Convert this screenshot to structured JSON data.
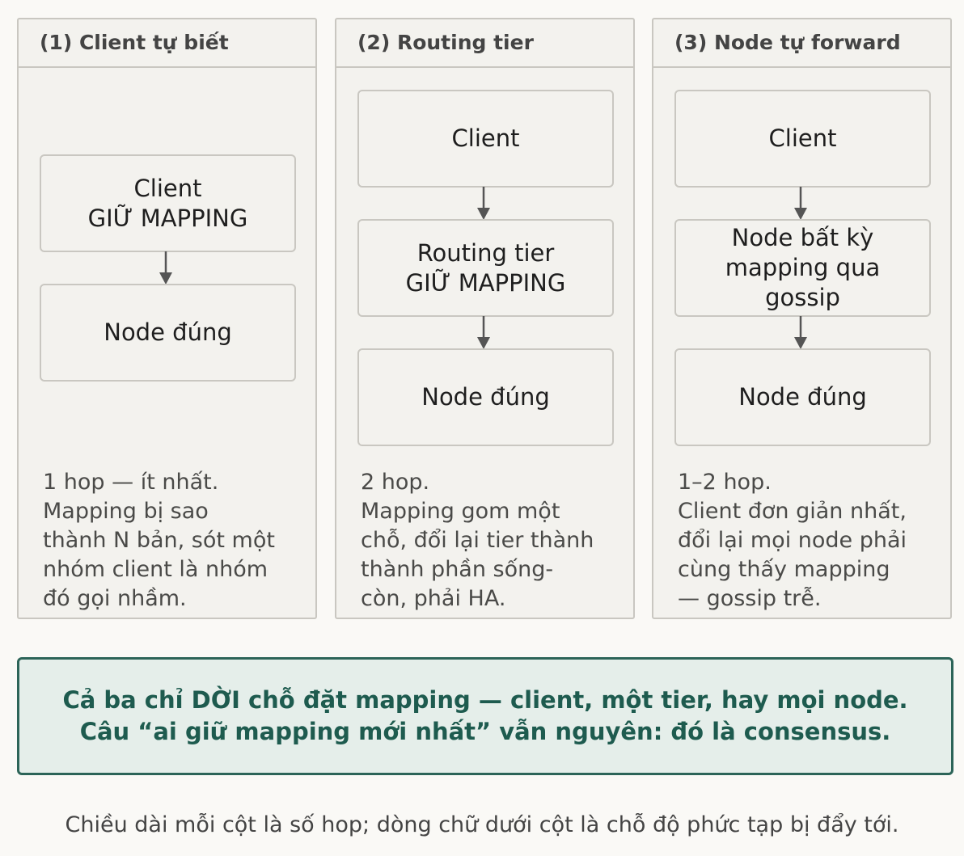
{
  "columns": [
    {
      "title": "(1) Client tự biết",
      "boxes": [
        {
          "lines": [
            "Client",
            "GIỮ MAPPING"
          ]
        },
        {
          "lines": [
            "Node đúng"
          ]
        }
      ],
      "note": [
        "1 hop — ít nhất.",
        "Mapping bị sao",
        "thành N bản, sót một",
        "nhóm client là nhóm",
        "đó gọi nhầm."
      ]
    },
    {
      "title": "(2) Routing tier",
      "boxes": [
        {
          "lines": [
            "Client"
          ]
        },
        {
          "lines": [
            "Routing tier",
            "GIỮ MAPPING"
          ]
        },
        {
          "lines": [
            "Node đúng"
          ]
        }
      ],
      "note": [
        "2 hop.",
        "Mapping gom một",
        "chỗ, đổi lại tier thành",
        "thành phần sống-",
        "còn, phải HA."
      ]
    },
    {
      "title": "(3) Node tự forward",
      "boxes": [
        {
          "lines": [
            "Client"
          ]
        },
        {
          "lines": [
            "Node bất kỳ",
            "mapping qua",
            "gossip"
          ]
        },
        {
          "lines": [
            "Node đúng"
          ]
        }
      ],
      "note": [
        "1–2 hop.",
        "Client đơn giản nhất,",
        "đổi lại mọi node phải",
        "cùng thấy mapping",
        "— gossip trễ."
      ]
    }
  ],
  "callout": {
    "line1": "Cả ba chỉ DỜI chỗ đặt mapping — client, một tier, hay mọi node.",
    "line2": "Câu “ai giữ mapping mới nhất” vẫn nguyên: đó là consensus."
  },
  "caption": "Chiều dài mỗi cột là số hop; dòng chữ dưới cột là chỗ độ phức tạp bị đẩy tới.",
  "colors": {
    "accent": "#2c6458",
    "border": "#c9c7c1",
    "arrow": "#555555"
  }
}
